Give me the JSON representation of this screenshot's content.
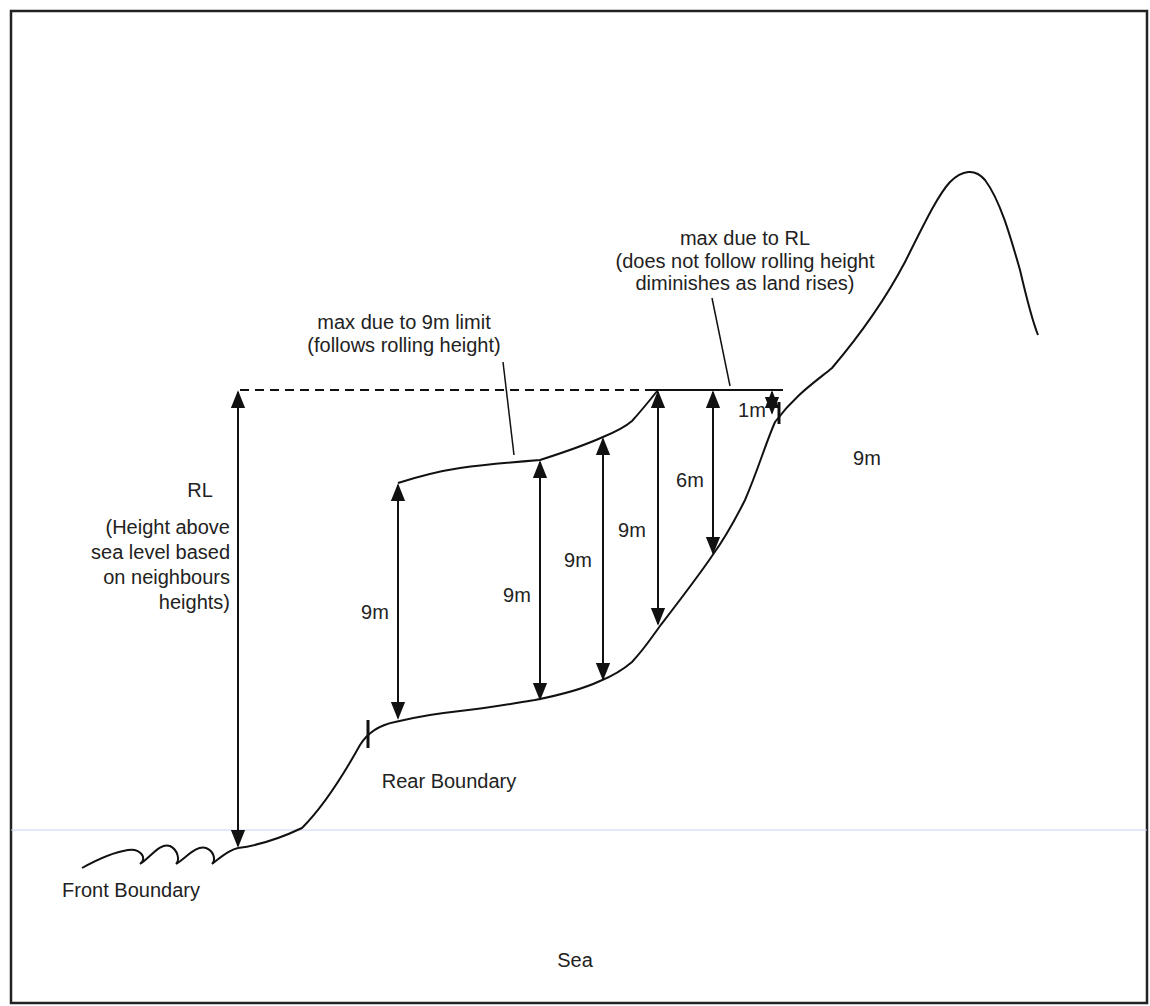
{
  "diagram": {
    "labels": [
      "max due to RL",
      "(does not follow rolling height diminishes as land rises)",
      "max due to 9m limit",
      "(follows rolling height)",
      "1m",
      "RL",
      "(Height above sea level based on neighbours heights)",
      "6m",
      "9m",
      "9m",
      "9m",
      "9m",
      "9m",
      "Rear Boundary",
      "Front Boundary",
      "Sea"
    ]
  }
}
